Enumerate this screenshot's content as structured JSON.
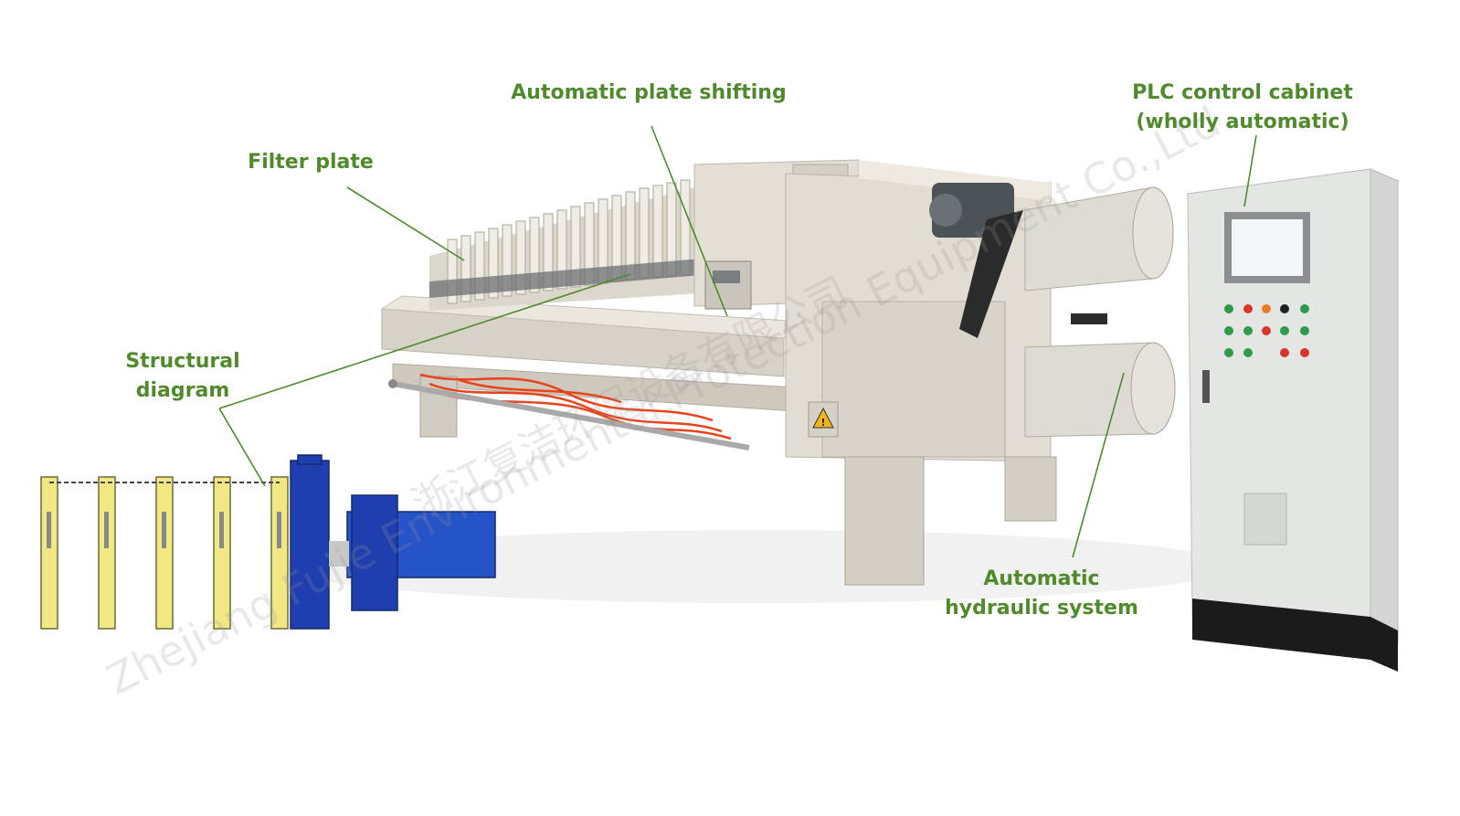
{
  "labels": {
    "plate_shifting": "Automatic plate shifting",
    "filter_plate": "Filter plate",
    "plc_line1": "PLC control cabinet",
    "plc_line2": "(wholly automatic)",
    "structural_line1": "Structural",
    "structural_line2": "diagram",
    "hydraulic_line1": "Automatic",
    "hydraulic_line2": "hydraulic system"
  },
  "watermark": {
    "english": "Zhejiang Fujie Environmental Protection Equipment Co.,Ltd.",
    "chinese": "浙江复洁环保设备有限公司"
  },
  "colors": {
    "label_green": "#4f8a2b",
    "machine_body": "#e2ddd3",
    "diagram_plate_yellow": "#f1e783",
    "diagram_cylinder_blue": "#1f3fb0",
    "hose_red": "#e8441c",
    "cabinet_grey": "#e4e6e3"
  },
  "icons": [
    "warning-icon",
    "chain-icon",
    "control-panel-indicators-icon"
  ]
}
